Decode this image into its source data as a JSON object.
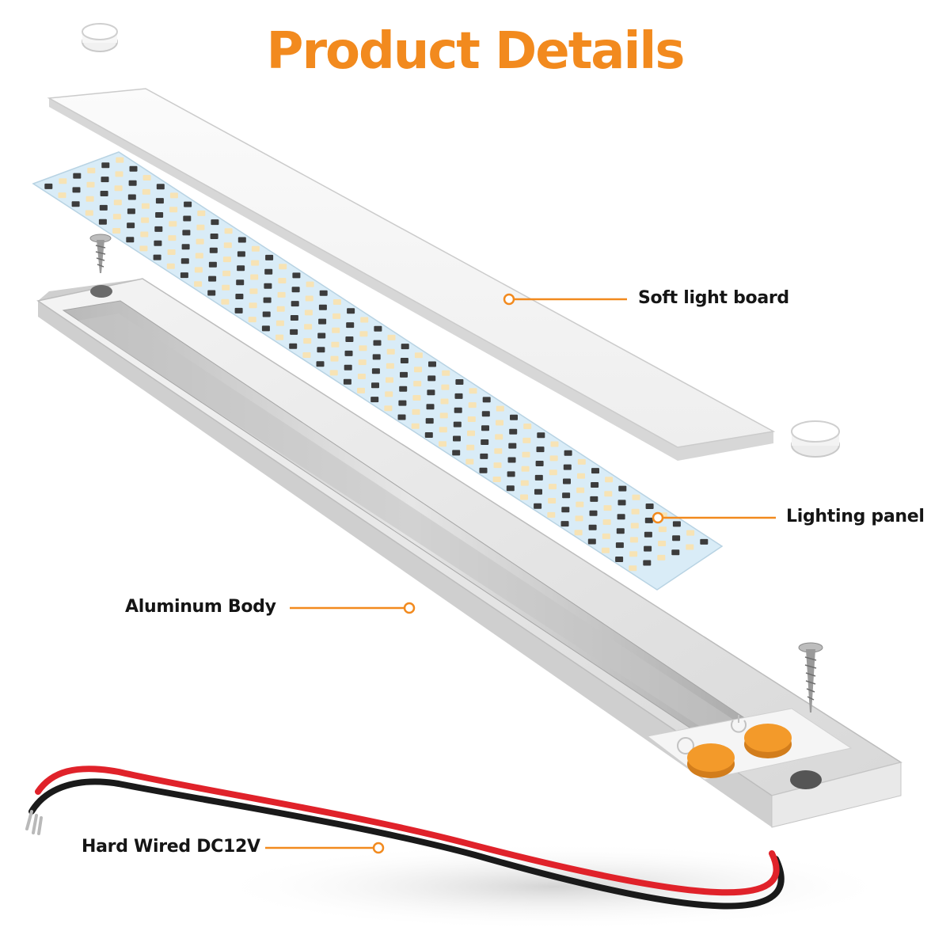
{
  "title": "Product Details",
  "callouts": {
    "soft_light_board": "Soft light board",
    "lighting_panel": "Lighting panel",
    "aluminum_body": "Aluminum Body",
    "hard_wired": "Hard Wired DC12V"
  },
  "colors": {
    "accent": "#f28a1e",
    "text": "#151515",
    "wire_red": "#e0222a",
    "wire_black": "#1a1a1a",
    "button": "#f39a2a",
    "pcb": "#d9ecf7"
  },
  "icons": {
    "power_button": "power-icon",
    "mode_button": "circle-icon"
  }
}
